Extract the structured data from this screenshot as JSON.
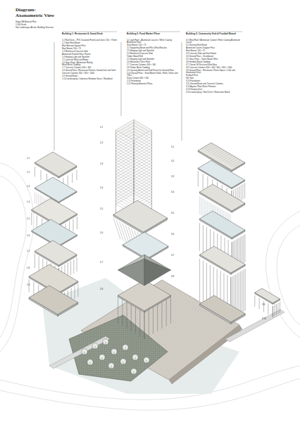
{
  "diagram": {
    "title": "Diagram: Axonometric View",
    "labels": [
      "Stage 3B Material Plan",
      "1:500 Scale",
      "Site Landscape, Atrium, Building Structure",
      "Building 1: Restaurant & Grand Deck",
      "1.1 Roof Deck – PVC Insulated Panels and Joists 150 × 75mm",
      "1.2 Steel Roof Beam",
      "Roof Balcony Support Post",
      "Roof Beams 150 × 75",
      "1.3 Reinforced Concrete Slab",
      "Aluminium Framed Glass Panels",
      "1.4 Hanging Light and Sprinkler",
      "1.5 Concrete Walls and Ramp",
      "1.6 Glass Floor / Aluminium Railing",
      "Metal Mesh Cladding",
      "1.7 Concrete Columns 300 × 300",
      "1.8 Ground Floor / Restaurant Kitchen, Grand Deck and Toilet",
      "Concrete Columns 300 × 300 × 1000",
      "1.9 Ground Beam",
      "1.10 Landscaping / Lebanese Rainbow Grass / Woodland",
      "Building 2: Food Market Place",
      "2.1 Light Roof – Aluminium Louvres / White Coating Aluminium Steel",
      "Steel Beams 150 × 75",
      "2.2 Supporting Beam and Pile & Roof Bracket",
      "2.3 Hanging Light and Sprinkler",
      "2.4 Reinforced Concrete Slab",
      "Timber Board Wall",
      "2.5 Hanging Light and Sprinkler",
      "2.6 Mezzanine Office Floor",
      "2.7 Concrete Columns 300 × 300",
      "2.8 Timber Mesh Cladding",
      "2.9 Opening Market and Stall Fixture for Ground Floor",
      "2.10 Ground Floor – Food Market Stalls, Public Toilets and Office",
      "Stone Column 300 × 300",
      "2.11 Foundation",
      "2.12 Flooring Materials Plaza",
      "Building 3: Community Hub & Football Board",
      "3.1 Metal Roof / Aluminium Coated / White Coating Aluminium Louvre",
      "3.2 Steering Roof Beam",
      "Aluminium Louvres Support Post",
      "Roof Beams 150 × 75",
      "3.3 Concrete Slab and Steel Beam",
      "3.4 Ground Floor – Scoreboard",
      "3.5 Glass Floor – Stone Board Office",
      "3.6 Football Board Cladding",
      "3.7 Closed Off Structural Steel Bars",
      "3.8 Concrete Columns 300 × 300 / 300 × 300 × 1000",
      "3.9 Ground Floor – Restaurant / Event Space / Café and Information Desk",
      "Football Pitch",
      "Kiln Stall",
      "3.10 Foundation",
      "3.11 Ground Beam and Concrete Columns",
      "3.12 Aquatic Plant Water Filtration",
      "3.13 Viewing Deck",
      "3.14 Landscaping / Steel Deck / Slimestone Board",
      "1.1",
      "1.2",
      "1.3",
      "1.4",
      "1.5",
      "1.6",
      "1.7",
      "1.8",
      "1.9",
      "2.1",
      "2.2",
      "2.3",
      "2.4",
      "2.5",
      "2.6",
      "2.7",
      "2.8",
      "3.1",
      "3.2",
      "3.3",
      "3.4",
      "3.5",
      "3.6",
      "3.7",
      "3.8",
      "3.9",
      "3.10"
    ]
  }
}
